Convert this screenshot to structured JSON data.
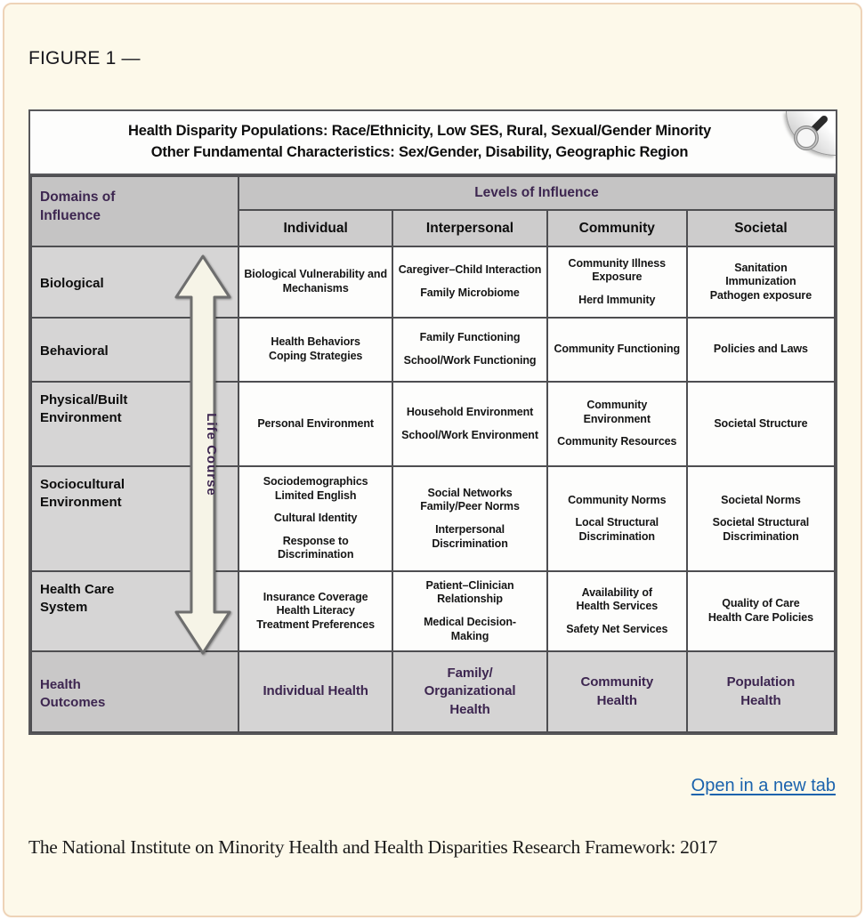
{
  "page": {
    "figure_label": "FIGURE 1 —",
    "open_in_new_tab": "Open in a new tab",
    "caption": "The National Institute on Minority Health and Health Disparities Research Framework: 2017"
  },
  "colors": {
    "accent_purple": "#3d2650",
    "link_blue": "#1a63ad",
    "card_background": "#fdf9ea",
    "card_border": "#eed3b8",
    "header_gray": "#c5c4c4",
    "cell_gray": "#d6d5d5"
  },
  "figure": {
    "title_line1": "Health Disparity Populations: Race/Ethnicity, Low SES, Rural, Sexual/Gender Minority",
    "title_line2": "Other Fundamental Characteristics: Sex/Gender, Disability, Geographic Region",
    "corner_icon": "magnifier-icon",
    "domains_header": "Domains of\nInfluence",
    "levels_header": "Levels of Influence",
    "level_columns": [
      "Individual",
      "Interpersonal",
      "Community",
      "Societal"
    ],
    "life_course_label": "Life Course",
    "rows": [
      {
        "label": "Biological",
        "outcome": false,
        "cells": [
          [
            "Biological Vulnerability and Mechanisms"
          ],
          [
            "Caregiver–Child Interaction",
            "Family Microbiome"
          ],
          [
            "Community Illness Exposure",
            "Herd Immunity"
          ],
          [
            "Sanitation\nImmunization\nPathogen exposure"
          ]
        ]
      },
      {
        "label": "Behavioral",
        "outcome": false,
        "cells": [
          [
            "Health Behaviors\nCoping Strategies"
          ],
          [
            "Family Functioning",
            "School/Work Functioning"
          ],
          [
            "Community Functioning"
          ],
          [
            "Policies and Laws"
          ]
        ]
      },
      {
        "label": "Physical/Built\nEnvironment",
        "outcome": false,
        "cells": [
          [
            "Personal Environment"
          ],
          [
            "Household Environment",
            "School/Work Environment"
          ],
          [
            "Community Environment",
            "Community Resources"
          ],
          [
            "Societal Structure"
          ]
        ]
      },
      {
        "label": "Sociocultural\nEnvironment",
        "outcome": false,
        "cells": [
          [
            "Sociodemographics\nLimited English",
            "Cultural Identity",
            "Response to Discrimination"
          ],
          [
            "Social Networks\nFamily/Peer Norms",
            "Interpersonal Discrimination"
          ],
          [
            "Community Norms",
            "Local Structural Discrimination"
          ],
          [
            "Societal Norms",
            "Societal Structural Discrimination"
          ]
        ]
      },
      {
        "label": "Health Care\nSystem",
        "outcome": false,
        "cells": [
          [
            "Insurance Coverage\nHealth Literacy\nTreatment Preferences"
          ],
          [
            "Patient–Clinician Relationship",
            "Medical Decision-\nMaking"
          ],
          [
            "Availability of\nHealth Services",
            "Safety Net Services"
          ],
          [
            "Quality of Care\nHealth Care Policies"
          ]
        ]
      },
      {
        "label": "Health\nOutcomes",
        "outcome": true,
        "cells": [
          [
            "Individual Health"
          ],
          [
            "Family/\nOrganizational\nHealth"
          ],
          [
            "Community\nHealth"
          ],
          [
            "Population\nHealth"
          ]
        ]
      }
    ]
  }
}
